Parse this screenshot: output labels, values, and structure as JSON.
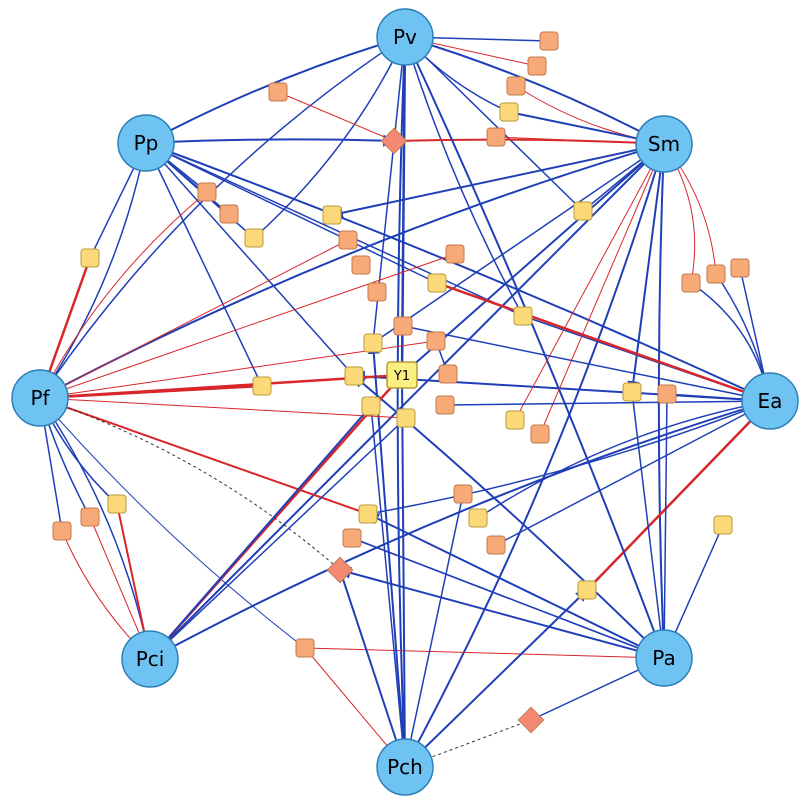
{
  "colors": {
    "node_fill": "#6ec3f2",
    "node_stroke": "#2f7fb8",
    "yellow_fill": "#fcd978",
    "yellow_stroke": "#b89a3a",
    "orange_fill": "#f7a977",
    "orange_stroke": "#c27a4e",
    "diamond_fill": "#f28a73",
    "center_fill": "#fbef82",
    "activation": "#1f3fb8",
    "inhibition": "#d8262a"
  },
  "nodes": [
    {
      "id": "Pv",
      "label": "Pv"
    },
    {
      "id": "Pp",
      "label": "Pp"
    },
    {
      "id": "Sm",
      "label": "Sm"
    },
    {
      "id": "Pf",
      "label": "Pf"
    },
    {
      "id": "Ea",
      "label": "Ea"
    },
    {
      "id": "Pci",
      "label": "Pci"
    },
    {
      "id": "Pa",
      "label": "Pa"
    },
    {
      "id": "Pch",
      "label": "Pch"
    }
  ],
  "center": {
    "id": "Y1",
    "label": "Y1"
  }
}
